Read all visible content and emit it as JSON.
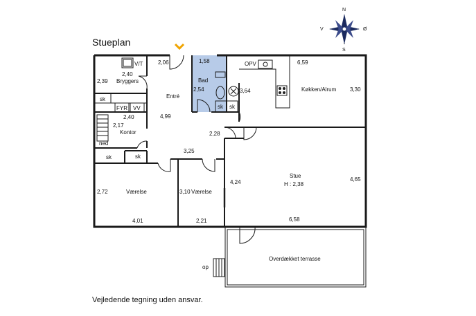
{
  "title": "Stueplan",
  "disclaimer": "Vejledende tegning uden ansvar.",
  "compass": {
    "north": "N",
    "south": "S",
    "east": "Ø",
    "west": "V"
  },
  "rooms": {
    "bryggers": {
      "name": "Bryggers",
      "w": "2,40",
      "d": "2,39",
      "vt": "V/T"
    },
    "entre": {
      "name": "Entré",
      "top": "2,06",
      "side": "4,99",
      "hall_w": "2,28",
      "hall_b": "3,25"
    },
    "bad": {
      "name": "Bad",
      "w": "1,58",
      "d": "2,54",
      "sk": "sk"
    },
    "kokken": {
      "name": "Køkken/Alrum",
      "w": "6,59",
      "d": "3,30",
      "opv": "OPV",
      "pantry": "3,64",
      "sk": "sk"
    },
    "kontor": {
      "name": "Kontor",
      "w": "2,40",
      "d": "2,17",
      "fyr": "FYR",
      "vv": "VV",
      "ned": "ned",
      "sk_top": "sk",
      "sk_bottom": "sk"
    },
    "vaerelse1": {
      "name": "Værelse",
      "d": "2,72",
      "w": "4,01",
      "sk1": "sk",
      "sk2": "sk"
    },
    "vaerelse2": {
      "name": "Værelse",
      "d": "3,10",
      "w": "2,21"
    },
    "stue": {
      "name": "Stue",
      "height": "H : 2,38",
      "left": "4,24",
      "right": "4,65",
      "w": "6,58"
    },
    "terrasse": {
      "name": "Overdækket terrasse",
      "op": "op"
    }
  },
  "colors": {
    "bath_fill": "#b7cbe8",
    "entry_arrow": "#f0a400",
    "window": "#9a9a9a",
    "wall": "#1a1a1a"
  }
}
